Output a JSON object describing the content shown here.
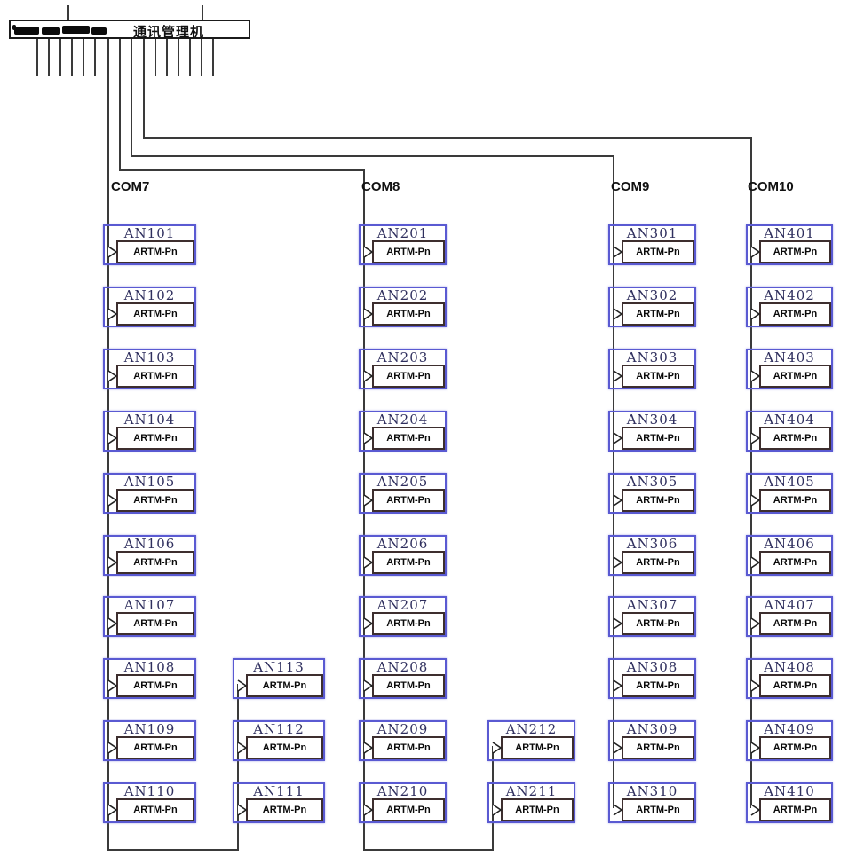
{
  "header": {
    "title": "通讯管理机"
  },
  "device_model": "ARTM-Pn",
  "ports": [
    {
      "label": "COM7",
      "nodes": [
        "AN101",
        "AN102",
        "AN103",
        "AN104",
        "AN105",
        "AN106",
        "AN107",
        "AN108",
        "AN109",
        "AN110"
      ],
      "overflow_nodes": [
        "AN113",
        "AN112",
        "AN111"
      ]
    },
    {
      "label": "COM8",
      "nodes": [
        "AN201",
        "AN202",
        "AN203",
        "AN204",
        "AN205",
        "AN206",
        "AN207",
        "AN208",
        "AN209",
        "AN210"
      ],
      "overflow_nodes": [
        "AN212",
        "AN211"
      ]
    },
    {
      "label": "COM9",
      "nodes": [
        "AN301",
        "AN302",
        "AN303",
        "AN304",
        "AN305",
        "AN306",
        "AN307",
        "AN308",
        "AN309",
        "AN310"
      ],
      "overflow_nodes": []
    },
    {
      "label": "COM10",
      "nodes": [
        "AN401",
        "AN402",
        "AN403",
        "AN404",
        "AN405",
        "AN406",
        "AN407",
        "AN408",
        "AN409",
        "AN410"
      ],
      "overflow_nodes": []
    }
  ],
  "colors": {
    "wire": "#3a3a3a",
    "node_outline": "#5a5ad2",
    "inner_outline": "#3d2e2e",
    "node_label": "#2f2f5e",
    "text": "#111111"
  }
}
